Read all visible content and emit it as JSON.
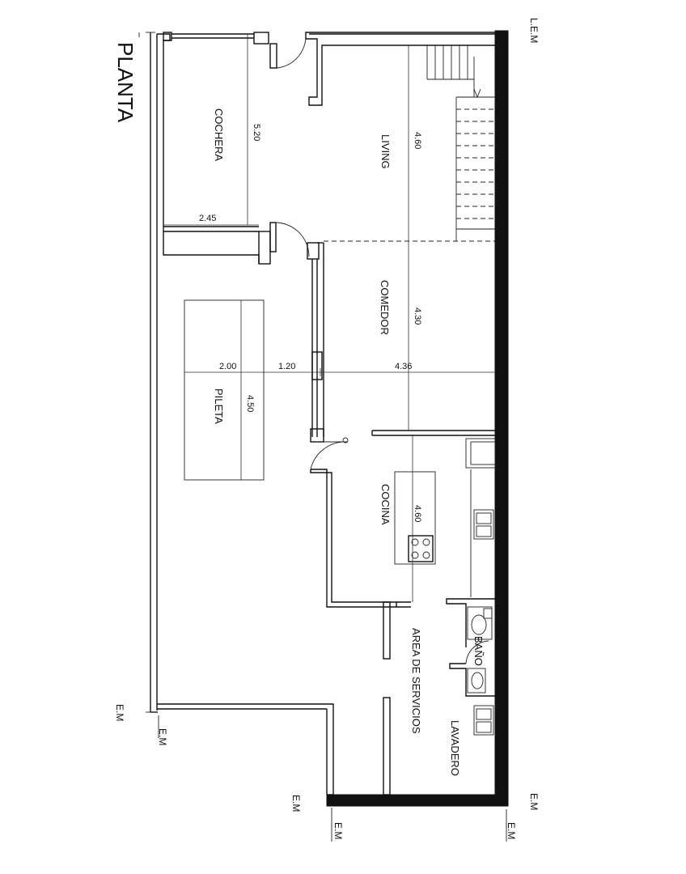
{
  "title": "PLANTA",
  "rooms": {
    "cochera": "COCHERA",
    "living": "LIVING",
    "comedor": "COMEDOR",
    "pileta": "PILETA",
    "cocina": "COCINA",
    "area_servicios": "AREA DE SERVICIOS",
    "bano": "BAÑO",
    "lavadero": "LAVADERO"
  },
  "dimensions": {
    "cochera_len": "5.20",
    "cochera_width": "2.45",
    "living_len": "4.60",
    "comedor_len": "4.30",
    "pileta_len": "4.50",
    "pileta_width": "2.00",
    "gap": "1.20",
    "comedor_width": "4.36",
    "cocina_len": "4.60"
  },
  "markers": {
    "lem": "L.E.M",
    "em": "E.M"
  }
}
